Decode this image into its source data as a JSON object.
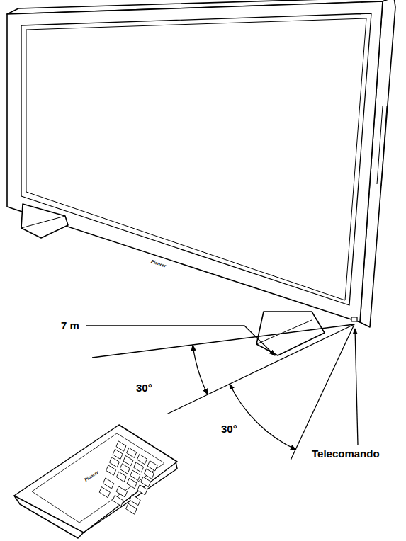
{
  "diagram": {
    "labels": [
      "7 m",
      "30°",
      "30°",
      "Telecomando",
      "Pioneer",
      "Pioneer"
    ]
  }
}
